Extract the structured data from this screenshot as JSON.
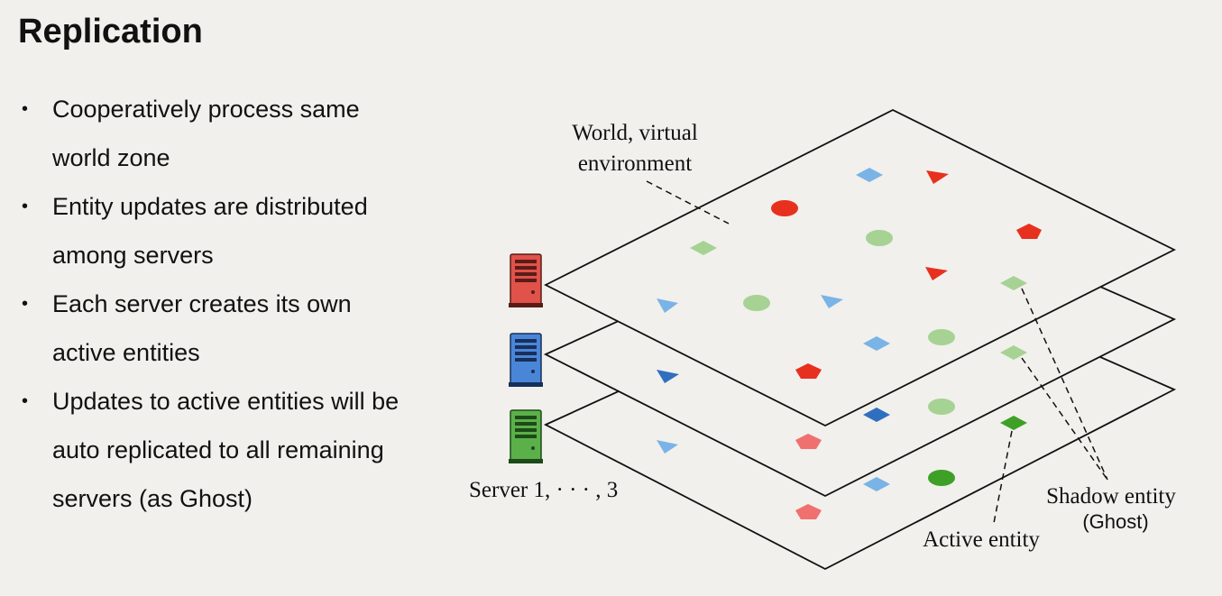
{
  "slide": {
    "title": "Replication",
    "bullets": [
      {
        "line1": "Cooperatively process same",
        "line2": "world zone"
      },
      {
        "line1": "Entity updates are distributed",
        "line2": "among servers"
      },
      {
        "line1": "Each server creates its own",
        "line2": "active entities"
      },
      {
        "line1": "Updates to active entities will be",
        "line2": "auto replicated to all remaining",
        "line3": "servers (as Ghost)"
      }
    ]
  },
  "diagram": {
    "world_label_line1": "World, virtual",
    "world_label_line2": "environment",
    "server_label": "Server 1, · · · , 3",
    "shadow_label_line1": "Shadow entity",
    "shadow_label_line2": "(Ghost)",
    "active_label": "Active entity",
    "servers": [
      {
        "name": "server-1",
        "icon": "server-tower-icon",
        "color": "#e0524a"
      },
      {
        "name": "server-2",
        "icon": "server-tower-icon",
        "color": "#4a86d8"
      },
      {
        "name": "server-3",
        "icon": "server-tower-icon",
        "color": "#5cb04a"
      }
    ],
    "entity_colors": {
      "red": "#e8301e",
      "light_red": "#f07070",
      "blue": "#2f6fc0",
      "light_blue": "#7ab3e6",
      "green": "#3fa028",
      "light_green": "#a6d294"
    }
  }
}
